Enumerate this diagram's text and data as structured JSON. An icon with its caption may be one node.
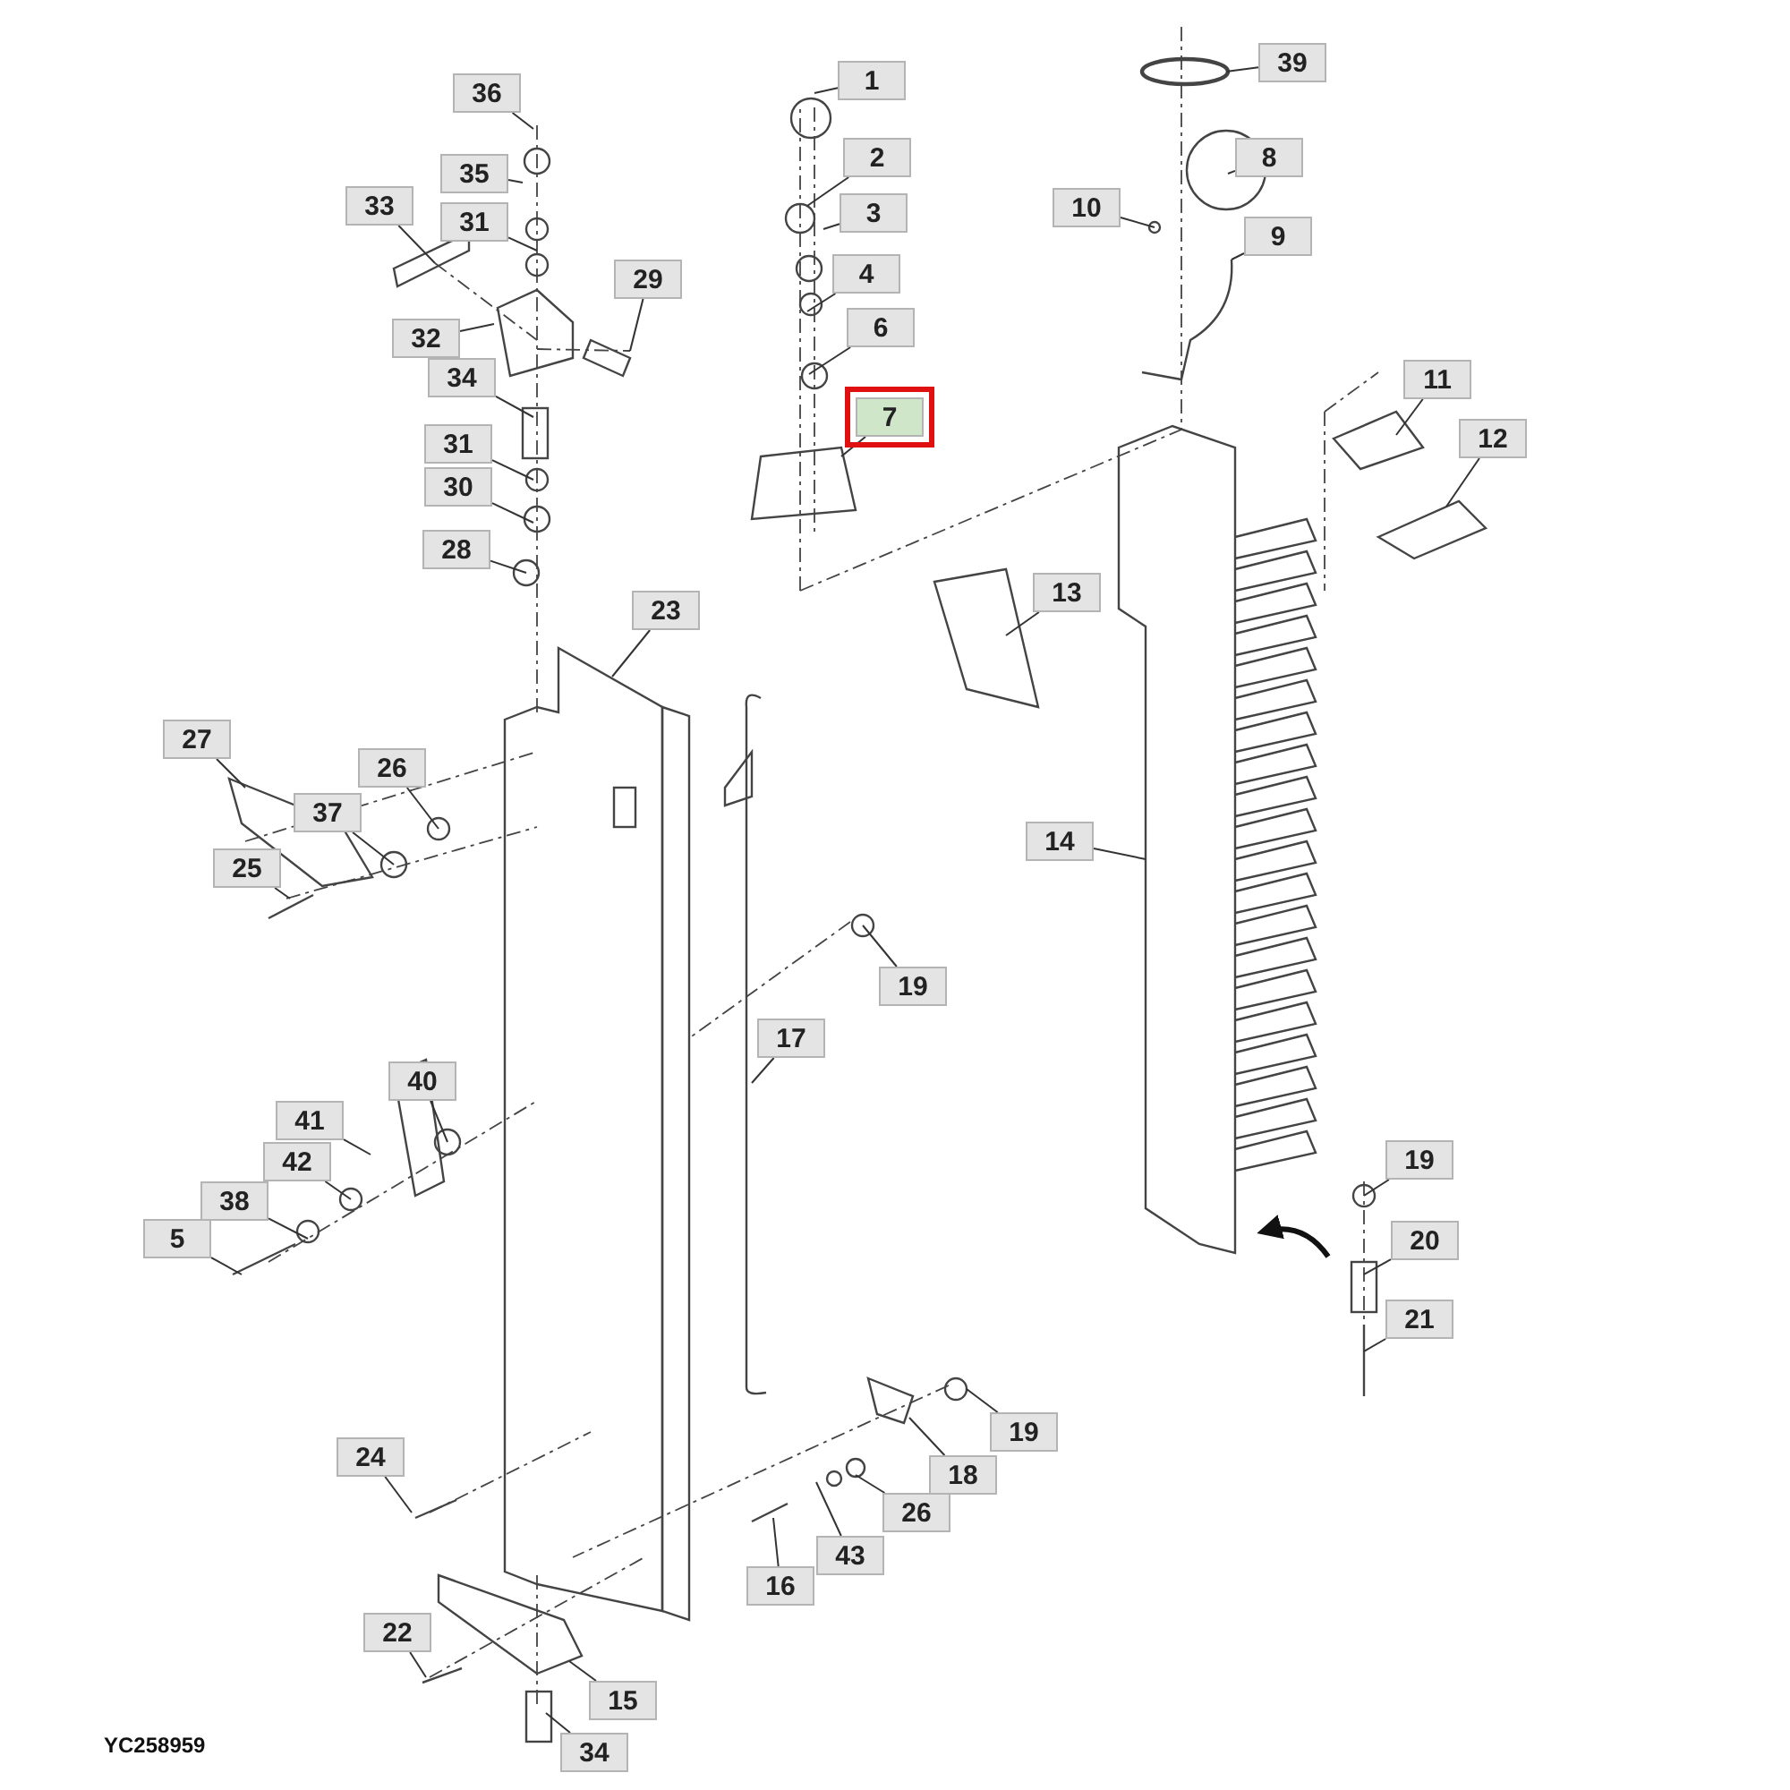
{
  "diagram": {
    "nodes": [
      {
        "text": [
          "36"
        ]
      },
      {
        "text": [
          "1"
        ]
      },
      {
        "text": [
          "39"
        ]
      },
      {
        "text": [
          "2"
        ]
      },
      {
        "text": [
          "8"
        ]
      },
      {
        "text": [
          "35"
        ]
      },
      {
        "text": [
          "10"
        ]
      },
      {
        "text": [
          "3"
        ]
      },
      {
        "text": [
          "33"
        ]
      },
      {
        "text": [
          "31"
        ]
      },
      {
        "text": [
          "9"
        ]
      },
      {
        "text": [
          "29"
        ]
      },
      {
        "text": [
          "4"
        ]
      },
      {
        "text": [
          "32"
        ]
      },
      {
        "text": [
          "6"
        ]
      },
      {
        "text": [
          "34"
        ]
      },
      {
        "text": [
          "11"
        ]
      },
      {
        "text": [
          "7"
        ]
      },
      {
        "text": [
          "12"
        ]
      },
      {
        "text": [
          "31"
        ]
      },
      {
        "text": [
          "30"
        ]
      },
      {
        "text": [
          "28"
        ]
      },
      {
        "text": [
          "13"
        ]
      },
      {
        "text": [
          "23"
        ]
      },
      {
        "text": [
          "27"
        ]
      },
      {
        "text": [
          "26"
        ]
      },
      {
        "text": [
          "37"
        ]
      },
      {
        "text": [
          "14"
        ]
      },
      {
        "text": [
          "25"
        ]
      },
      {
        "text": [
          "19"
        ]
      },
      {
        "text": [
          "17"
        ]
      },
      {
        "text": [
          "40"
        ]
      },
      {
        "text": [
          "41"
        ]
      },
      {
        "text": [
          "42"
        ]
      },
      {
        "text": [
          "38"
        ]
      },
      {
        "text": [
          "19"
        ]
      },
      {
        "text": [
          "5"
        ]
      },
      {
        "text": [
          "20"
        ]
      },
      {
        "text": [
          "21"
        ]
      },
      {
        "text": [
          "19"
        ]
      },
      {
        "text": [
          "24"
        ]
      },
      {
        "text": [
          "18"
        ]
      },
      {
        "text": [
          "26"
        ]
      },
      {
        "text": [
          "43"
        ]
      },
      {
        "text": [
          "16"
        ]
      },
      {
        "text": [
          "22"
        ]
      },
      {
        "text": [
          "15"
        ]
      },
      {
        "text": [
          "34"
        ]
      }
    ],
    "edges": [
      {
        "from": 0,
        "to": null,
        "arrow": "none"
      },
      {
        "from": 1,
        "to": null,
        "arrow": "none"
      },
      {
        "from": 2,
        "to": null,
        "arrow": "none"
      },
      {
        "from": 3,
        "to": null,
        "arrow": "none"
      },
      {
        "from": 4,
        "to": null,
        "arrow": "none"
      },
      {
        "from": 5,
        "to": null,
        "arrow": "none"
      },
      {
        "from": 6,
        "to": null,
        "arrow": "none"
      },
      {
        "from": 7,
        "to": null,
        "arrow": "none"
      },
      {
        "from": 8,
        "to": null,
        "arrow": "none"
      },
      {
        "from": 9,
        "to": null,
        "arrow": "none"
      },
      {
        "from": 10,
        "to": null,
        "arrow": "none"
      },
      {
        "from": 11,
        "to": null,
        "arrow": "none"
      },
      {
        "from": 12,
        "to": null,
        "arrow": "none"
      },
      {
        "from": 13,
        "to": null,
        "arrow": "none"
      },
      {
        "from": 14,
        "to": null,
        "arrow": "none"
      },
      {
        "from": 15,
        "to": null,
        "arrow": "none"
      },
      {
        "from": 16,
        "to": null,
        "arrow": "none"
      },
      {
        "from": 17,
        "to": null,
        "arrow": "none"
      },
      {
        "from": 18,
        "to": null,
        "arrow": "none"
      },
      {
        "from": 19,
        "to": null,
        "arrow": "none"
      },
      {
        "from": 20,
        "to": null,
        "arrow": "none"
      },
      {
        "from": 21,
        "to": null,
        "arrow": "none"
      },
      {
        "from": 22,
        "to": null,
        "arrow": "none"
      },
      {
        "from": 23,
        "to": null,
        "arrow": "none"
      },
      {
        "from": 24,
        "to": null,
        "arrow": "none"
      },
      {
        "from": 25,
        "to": null,
        "arrow": "none"
      },
      {
        "from": 26,
        "to": null,
        "arrow": "none"
      },
      {
        "from": 27,
        "to": null,
        "arrow": "none"
      },
      {
        "from": 28,
        "to": null,
        "arrow": "none"
      },
      {
        "from": 29,
        "to": null,
        "arrow": "none"
      },
      {
        "from": 30,
        "to": null,
        "arrow": "none"
      },
      {
        "from": 31,
        "to": null,
        "arrow": "none"
      },
      {
        "from": 32,
        "to": null,
        "arrow": "none"
      },
      {
        "from": 33,
        "to": null,
        "arrow": "none"
      },
      {
        "from": 34,
        "to": null,
        "arrow": "none"
      },
      {
        "from": 35,
        "to": null,
        "arrow": "none"
      },
      {
        "from": 36,
        "to": null,
        "arrow": "none"
      },
      {
        "from": 37,
        "to": null,
        "arrow": "none"
      },
      {
        "from": 38,
        "to": null,
        "arrow": "none"
      },
      {
        "from": 39,
        "to": null,
        "arrow": "none"
      },
      {
        "from": 40,
        "to": null,
        "arrow": "none"
      },
      {
        "from": 41,
        "to": null,
        "arrow": "none"
      },
      {
        "from": 42,
        "to": null,
        "arrow": "none"
      },
      {
        "from": 43,
        "to": null,
        "arrow": "none"
      },
      {
        "from": 44,
        "to": null,
        "arrow": "none"
      },
      {
        "from": 45,
        "to": null,
        "arrow": "none"
      },
      {
        "from": 46,
        "to": null,
        "arrow": "none"
      },
      {
        "from": 47,
        "to": null,
        "arrow": "none"
      }
    ],
    "labels": [
      "YC258959"
    ]
  }
}
